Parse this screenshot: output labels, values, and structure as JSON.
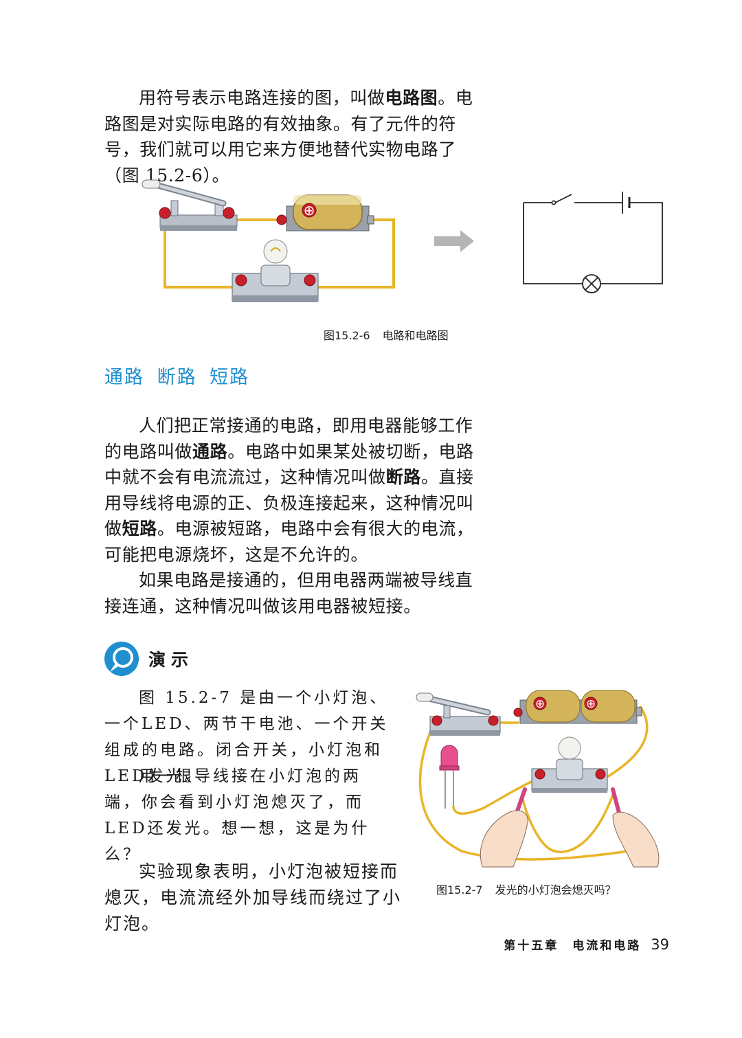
{
  "intro": {
    "text_a": "用符号表示电路连接的图，叫做",
    "term": "电路图",
    "text_b": "。电路图是对实际电路的有效抽象。有了元件的符号，我们就可以用它来方便地替代实物电路了（图 15.2-6）。"
  },
  "figure1": {
    "caption_num": "图15.2-6",
    "caption_text": "电路和电路图",
    "battery_symbol": "⊕",
    "colors": {
      "wire": "#e8b528",
      "arrow": "#b5b5b5",
      "terminal": "#c8202a",
      "battery": "#d4b45a"
    }
  },
  "section": {
    "heading": "通路 断路 短路"
  },
  "body": {
    "p1_a": "人们把正常接通的电路，即用电器能够工作的电路叫做",
    "p1_t1": "通路",
    "p1_b": "。电路中如果某处被切断，电路中就不会有电流流过，这种情况叫做",
    "p1_t2": "断路",
    "p1_c": "。直接用导线将电源的正、负极连接起来，这种情况叫做",
    "p1_t3": "短路",
    "p1_d": "。电源被短路，电路中会有很大的电流，可能把电源烧坏，这是不允许的。",
    "p2": "如果电路是接通的，但用电器两端被导线直接连通，这种情况叫做该用电器被短接。"
  },
  "demo": {
    "label": "演示",
    "p1": "图 15.2-7 是由一个小灯泡、一个LED、两节干电池、一个开关组成的电路。闭合开关，小灯泡和LED发光。",
    "p2": "用一根导线接在小灯泡的两端，你会看到小灯泡熄灭了，而LED还发光。想一想，这是为什么？",
    "icon_color": "#1f8fd0"
  },
  "conclusion": {
    "text": "实验现象表明，小灯泡被短接而熄灭，电流流经外加导线而绕过了小灯泡。"
  },
  "figure2": {
    "caption_num": "图15.2-7",
    "caption_text": "发光的小灯泡会熄灭吗？",
    "battery_symbol": "⊕"
  },
  "footer": {
    "chapter": "第十五章　电流和电路",
    "page": "39"
  }
}
